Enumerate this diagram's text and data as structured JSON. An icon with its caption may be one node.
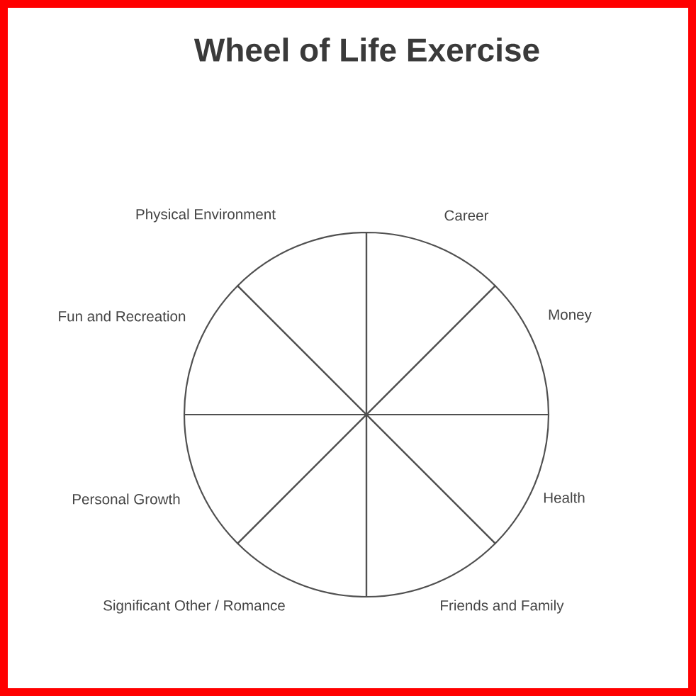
{
  "diagram": {
    "title": "Wheel of Life Exercise",
    "nodes": [
      {
        "text": [],
        "shape": "sector",
        "beside": [
          "Physical Environment"
        ]
      },
      {
        "text": [],
        "shape": "sector",
        "beside": [
          "Career"
        ]
      },
      {
        "text": [],
        "shape": "sector",
        "beside": [
          "Fun and Recreation"
        ]
      },
      {
        "text": [],
        "shape": "sector",
        "beside": [
          "Money"
        ]
      },
      {
        "text": [],
        "shape": "sector",
        "beside": [
          "Personal Growth"
        ]
      },
      {
        "text": [],
        "shape": "sector",
        "beside": [
          "Health"
        ]
      },
      {
        "text": [],
        "shape": "sector",
        "beside": [
          "Significant Other / Romance"
        ]
      },
      {
        "text": [],
        "shape": "sector",
        "beside": [
          "Friends and Family"
        ]
      }
    ]
  }
}
